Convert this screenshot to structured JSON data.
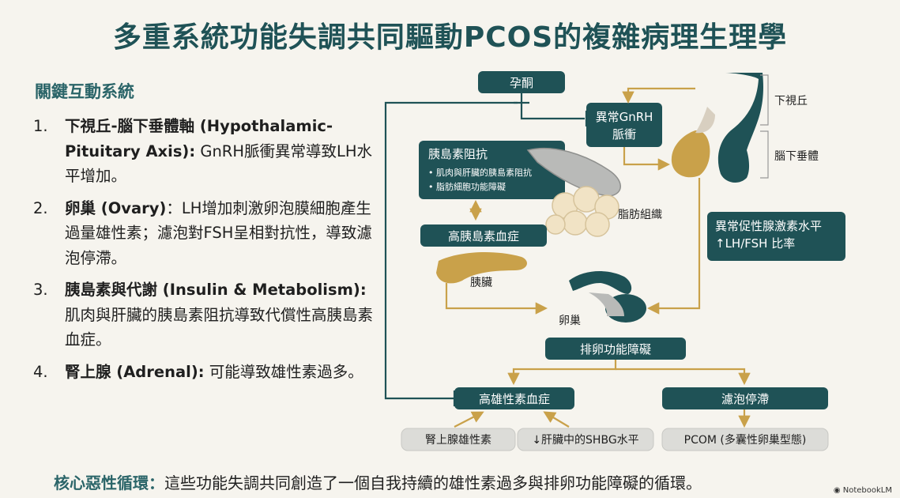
{
  "title": "多重系統功能失調共同驅動PCOS的複雜病理生理學",
  "left": {
    "heading": "關鍵互動系統",
    "items": [
      {
        "num": "1.",
        "bold": "下視丘-腦下垂體軸 (Hypothalamic-Pituitary Axis):",
        "text": " GnRH脈衝異常導致LH水平增加。"
      },
      {
        "num": "2.",
        "bold": "卵巢 (Ovary)",
        "text": "：LH增加刺激卵泡膜細胞產生過量雄性素；濾泡對FSH呈相對抗性，導致濾泡停滯。"
      },
      {
        "num": "3.",
        "bold": "胰島素與代謝 (Insulin & Metabolism):",
        "text": " 肌肉與肝臟的胰島素阻抗導致代償性高胰島素血症。"
      },
      {
        "num": "4.",
        "bold": "腎上腺 (Adrenal):",
        "text": " 可能導致雄性素過多。"
      }
    ]
  },
  "diagram": {
    "progesterone": "孕酮",
    "gnrh": [
      "異常GnRH",
      "脈衝"
    ],
    "hypothalamus": "下視丘",
    "pituitary": "腦下垂體",
    "insulin_resistance": {
      "title": "胰島素阻抗",
      "bullets": [
        "• 肌肉與肝臟的胰島素阻抗",
        "• 脂肪細胞功能障礙"
      ]
    },
    "adipose": "脂肪組織",
    "gonadotropin": [
      "異常促性腺激素水平",
      "↑LH/FSH 比率"
    ],
    "hyperinsulinemia": "高胰島素血症",
    "pancreas": "胰臟",
    "ovary": "卵巢",
    "ovulatory_dysfunction": "排卵功能障礙",
    "hyperandrogenemia": "高雄性素血症",
    "follicle_arrest": "濾泡停滯",
    "adrenal_androgen": "腎上腺雄性素",
    "shbg": "↓肝臟中的SHBG水平",
    "pcom": "PCOM (多囊性卵巢型態)"
  },
  "bottom": {
    "key": "核心惡性循環：",
    "text": "這些功能失調共同創造了一個自我持續的雄性素過多與排卵功能障礙的循環。"
  },
  "brand": "NotebookLM",
  "colors": {
    "teal": "#1f5256",
    "gold": "#c9a14a",
    "bg": "#f6f4ee"
  }
}
